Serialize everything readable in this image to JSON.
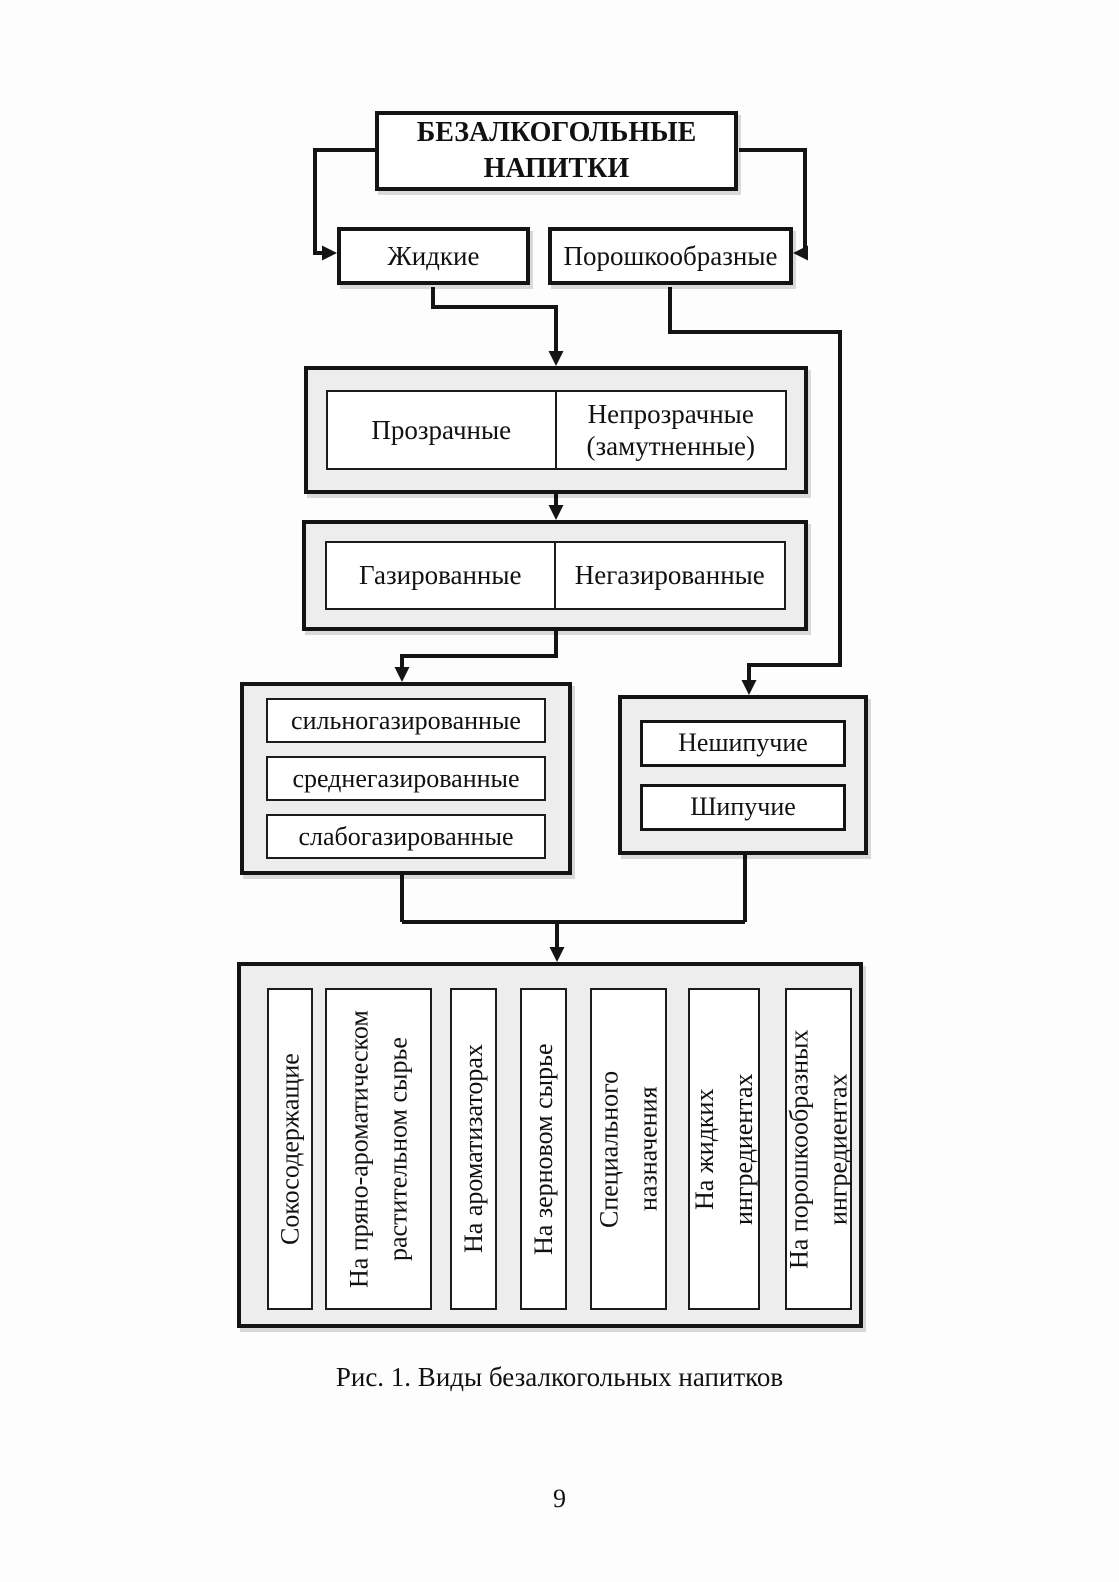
{
  "palette": {
    "line_color": "#141414",
    "panel_fill": "#ededed",
    "box_fill": "#ffffff",
    "page_bg": "#fdfdfd"
  },
  "figure": {
    "root_label": "БЕЗАЛКОГОЛЬНЫЕ\nНАПИТКИ",
    "branch_liquid": "Жидкие",
    "branch_powder": "Порошкообразные",
    "clarity": [
      "Прозрачные",
      "Непрозрачные\n(замутненные)"
    ],
    "carbonation": [
      "Газированные",
      "Негазированные"
    ],
    "carbonation_degrees": [
      "сильногазированные",
      "среднегазированные",
      "слабогазированные"
    ],
    "powder_kinds": [
      "Нешипучие",
      "Шипучие"
    ],
    "ingredient_bases": [
      "Сокосодержащие",
      "На пряно-ароматическом\nрастительном сырье",
      "На ароматизаторах",
      "На зерновом сырье",
      "Специального\nназначения",
      "На жидких\nингредиентах",
      "На порошкообразных\nингредиентах"
    ],
    "caption": "Рис. 1. Виды безалкогольных напитков",
    "page_number": "9"
  }
}
